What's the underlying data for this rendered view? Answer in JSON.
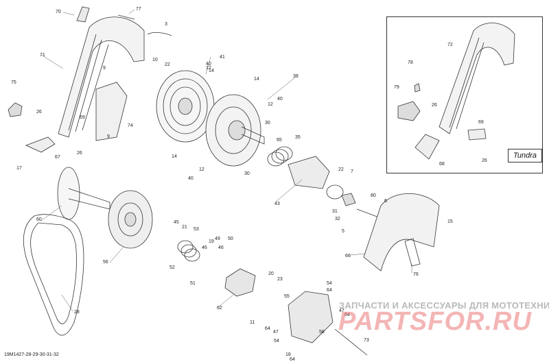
{
  "diagram": {
    "inset_title": "Tundra",
    "drawing_code": "19M1427-28-29-30-31-32",
    "watermark_text": "ЗАПЧАСТИ И АКСЕССУАРЫ ДЛЯ МОТОТЕХНИКИ",
    "watermark_logo": "PARTSFOR.RU",
    "colors": {
      "line": "#333333",
      "watermark": "#e06060"
    },
    "callouts": [
      {
        "id": "c70",
        "label": "70"
      },
      {
        "id": "c77",
        "label": "77"
      },
      {
        "id": "c3",
        "label": "3"
      },
      {
        "id": "c71",
        "label": "71"
      },
      {
        "id": "c10",
        "label": "10"
      },
      {
        "id": "c22a",
        "label": "22"
      },
      {
        "id": "c41",
        "label": "41"
      },
      {
        "id": "c9a",
        "label": "9"
      },
      {
        "id": "c75",
        "label": "75"
      },
      {
        "id": "c26a",
        "label": "26"
      },
      {
        "id": "c69a",
        "label": "69"
      },
      {
        "id": "c74",
        "label": "74"
      },
      {
        "id": "c9b",
        "label": "9"
      },
      {
        "id": "c26b",
        "label": "26"
      },
      {
        "id": "c67",
        "label": "67"
      },
      {
        "id": "c17",
        "label": "17"
      },
      {
        "id": "c14a",
        "label": "14"
      },
      {
        "id": "c40a",
        "label": "40"
      },
      {
        "id": "c12a",
        "label": "12"
      },
      {
        "id": "c38",
        "label": "38"
      },
      {
        "id": "c14b",
        "label": "14"
      },
      {
        "id": "c40b",
        "label": "40"
      },
      {
        "id": "c12b",
        "label": "12"
      },
      {
        "id": "c30a",
        "label": "30"
      },
      {
        "id": "c65",
        "label": "65"
      },
      {
        "id": "c35",
        "label": "35"
      },
      {
        "id": "c30b",
        "label": "30"
      },
      {
        "id": "c40c",
        "label": "40"
      },
      {
        "id": "c12c",
        "label": "12"
      },
      {
        "id": "c14c",
        "label": "14"
      },
      {
        "id": "c22b",
        "label": "22"
      },
      {
        "id": "c7",
        "label": "7"
      },
      {
        "id": "c43",
        "label": "43"
      },
      {
        "id": "c31",
        "label": "31"
      },
      {
        "id": "c32",
        "label": "32"
      },
      {
        "id": "c5",
        "label": "5"
      },
      {
        "id": "c80",
        "label": "80"
      },
      {
        "id": "c6",
        "label": "6"
      },
      {
        "id": "c60",
        "label": "60"
      },
      {
        "id": "c45",
        "label": "45"
      },
      {
        "id": "c21",
        "label": "21"
      },
      {
        "id": "c53",
        "label": "53"
      },
      {
        "id": "c56",
        "label": "56"
      },
      {
        "id": "c52",
        "label": "52"
      },
      {
        "id": "c51",
        "label": "51"
      },
      {
        "id": "c19",
        "label": "19"
      },
      {
        "id": "c46a",
        "label": "46"
      },
      {
        "id": "c49",
        "label": "49"
      },
      {
        "id": "c50",
        "label": "50"
      },
      {
        "id": "c46b",
        "label": "46"
      },
      {
        "id": "c15",
        "label": "15"
      },
      {
        "id": "c66",
        "label": "66"
      },
      {
        "id": "c76",
        "label": "76"
      },
      {
        "id": "c28",
        "label": "28"
      },
      {
        "id": "c20",
        "label": "20"
      },
      {
        "id": "c23",
        "label": "23"
      },
      {
        "id": "c55",
        "label": "55"
      },
      {
        "id": "c62",
        "label": "62"
      },
      {
        "id": "c54a",
        "label": "54"
      },
      {
        "id": "c64a",
        "label": "64"
      },
      {
        "id": "c47a",
        "label": "47"
      },
      {
        "id": "c64b",
        "label": "64"
      },
      {
        "id": "c11",
        "label": "11"
      },
      {
        "id": "c64c",
        "label": "64"
      },
      {
        "id": "c47b",
        "label": "47"
      },
      {
        "id": "c58",
        "label": "58"
      },
      {
        "id": "c54b",
        "label": "54"
      },
      {
        "id": "c18",
        "label": "18"
      },
      {
        "id": "c64d",
        "label": "64"
      },
      {
        "id": "c73",
        "label": "73"
      },
      {
        "id": "c72",
        "label": "72"
      },
      {
        "id": "c78",
        "label": "78"
      },
      {
        "id": "c79",
        "label": "79"
      },
      {
        "id": "c26c",
        "label": "26"
      },
      {
        "id": "c69b",
        "label": "69"
      },
      {
        "id": "c68",
        "label": "68"
      },
      {
        "id": "c26d",
        "label": "26"
      }
    ]
  }
}
